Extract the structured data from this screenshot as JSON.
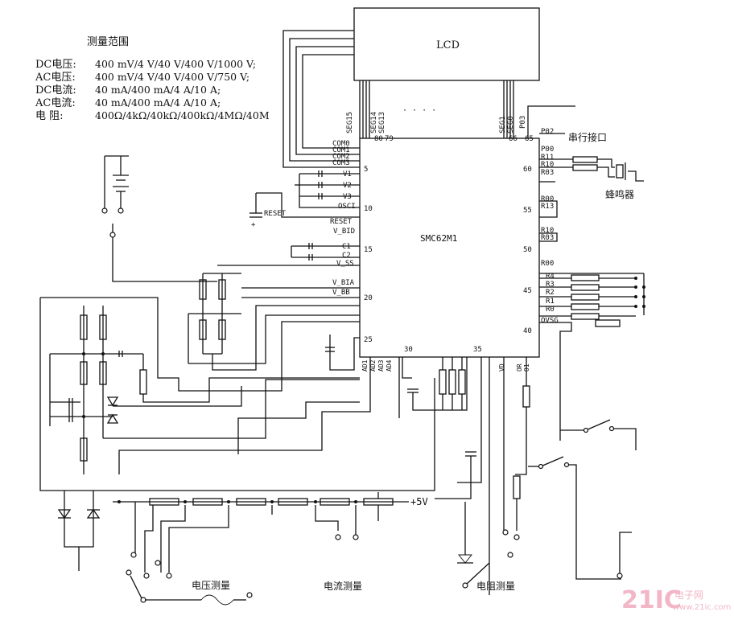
{
  "ranges": {
    "title": "测量范围",
    "rows": [
      {
        "label": "DC电压:",
        "value": "400 mV/4 V/40 V/400 V/1000 V;"
      },
      {
        "label": "AC电压:",
        "value": "400 mV/4 V/40 V/400 V/750 V;"
      },
      {
        "label": "DC电流:",
        "value": "40 mA/400 mA/4 A/10 A;"
      },
      {
        "label": "AC电流:",
        "value": "40 mA/400 mA/4 A/10 A;"
      },
      {
        "label": "电    阻:",
        "value": "400Ω/4kΩ/40kΩ/400kΩ/4MΩ/40M"
      }
    ]
  },
  "lcd": {
    "label": "LCD"
  },
  "chip": {
    "name": "SMC62M1",
    "top_pins": [
      "SEG15",
      "SEG14",
      "SEG13",
      "SEG1",
      "SEG0",
      "P03"
    ],
    "left_pins": [
      "COM0",
      "COM1",
      "COM2",
      "COM3",
      "V1",
      "V2",
      "V3",
      "OSCI",
      "RESET",
      "V_BID",
      "C1",
      "C2",
      "V_SS",
      "V_BIA",
      "V_BB"
    ],
    "right_pins": [
      "P02",
      "P00",
      "R11",
      "R10",
      "R03",
      "R00",
      "R13",
      "R10",
      "R03",
      "R00",
      "R4",
      "R3",
      "R2",
      "R1",
      "R0",
      "OVSG"
    ],
    "bottom_pins": [
      "AD1",
      "AD2",
      "AD3",
      "AD4",
      "VD",
      "OR",
      "O1"
    ],
    "pin_numbers": {
      "top_left": "80",
      "top_left2": "79",
      "top_r1": "66",
      "top_r2": "65",
      "l5": "5",
      "l10": "10",
      "l15": "15",
      "l20": "20",
      "l25": "25",
      "b30": "30",
      "b35": "35",
      "r60": "60",
      "r55": "55",
      "r50": "50",
      "r45": "45",
      "r40": "40"
    }
  },
  "labels": {
    "serial": "串行接口",
    "buzzer": "蜂鸣器",
    "reset": "RESET",
    "plus5v": "+5V",
    "volt_meas": "电压测量",
    "curr_meas": "电流测量",
    "res_meas": "电阻测量",
    "plus": "+"
  },
  "watermark": {
    "brand": "21IC",
    "sub1": "电子网",
    "sub2": "www.21ic.com"
  }
}
